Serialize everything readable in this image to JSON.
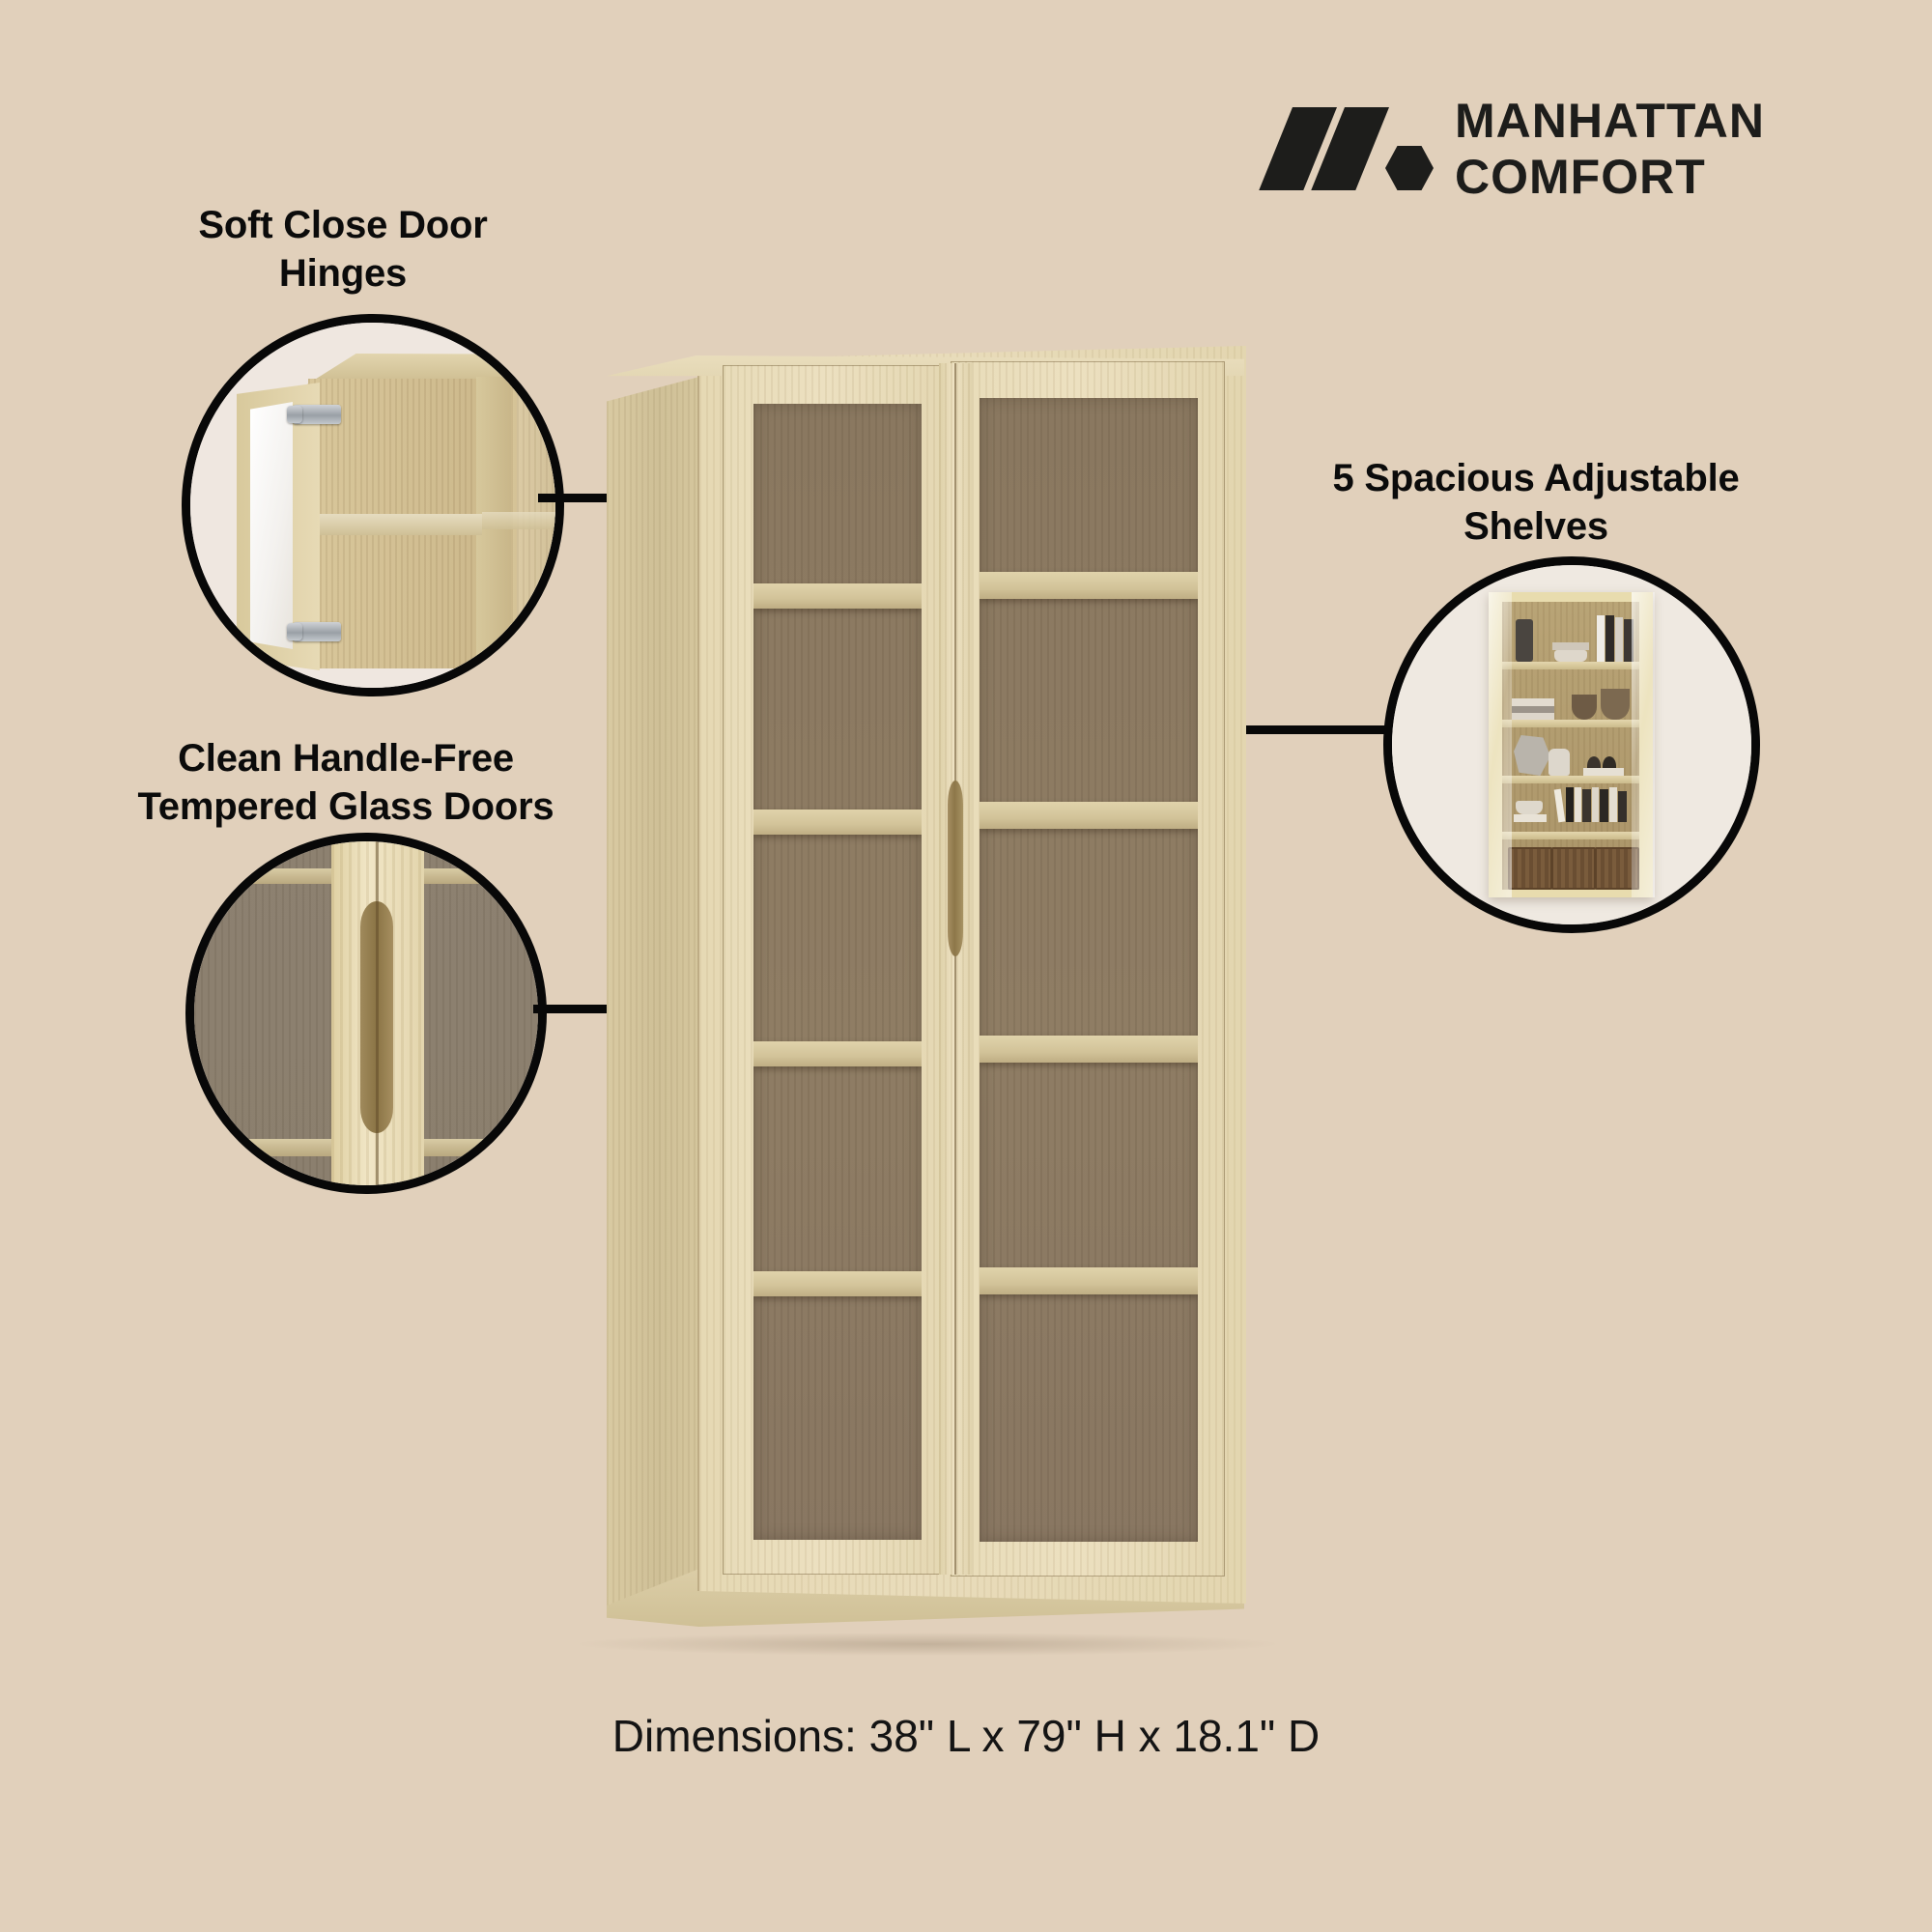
{
  "page": {
    "background_color": "#e1d0bb",
    "text_color": "#0b0b0b"
  },
  "brand": {
    "name_line1": "MANHATTAN",
    "name_line2": "COMFORT",
    "logo_color": "#1d1d1b",
    "mark_icon": "manhattan-comfort-logo-icon"
  },
  "callouts": [
    {
      "id": "soft-close-hinges",
      "title_line1": "Soft Close Door",
      "title_line2": "Hinges",
      "detail_icon": "open-cabinet-door-hinge-detail",
      "marker_icon": "callout-ring-marker"
    },
    {
      "id": "handle-free-glass-doors",
      "title_line1": "Clean Handle-Free",
      "title_line2": "Tempered Glass Doors",
      "detail_icon": "recessed-handle-detail",
      "marker_icon": "callout-ring-marker"
    },
    {
      "id": "adjustable-shelves",
      "title_line1": "5 Spacious Adjustable",
      "title_line2": "Shelves",
      "detail_icon": "styled-bookcase-shelves-detail",
      "marker_icon": "callout-ring-marker"
    }
  ],
  "product": {
    "name": "glass-door-bookcase-cabinet",
    "dimensions_text": "Dimensions: 38\" L x 79\" H x 18.1\" D",
    "dimensions": {
      "length_in": 38,
      "height_in": 79,
      "depth_in": 18.1
    },
    "shelf_count": 5,
    "door_count": 2,
    "colors": {
      "wood_light": "#e6d9b4",
      "wood_side": "#cfc097",
      "glass_panel": "#8c7a63",
      "shelf": "#d2c399",
      "handle_recess": "#8d7749"
    }
  }
}
